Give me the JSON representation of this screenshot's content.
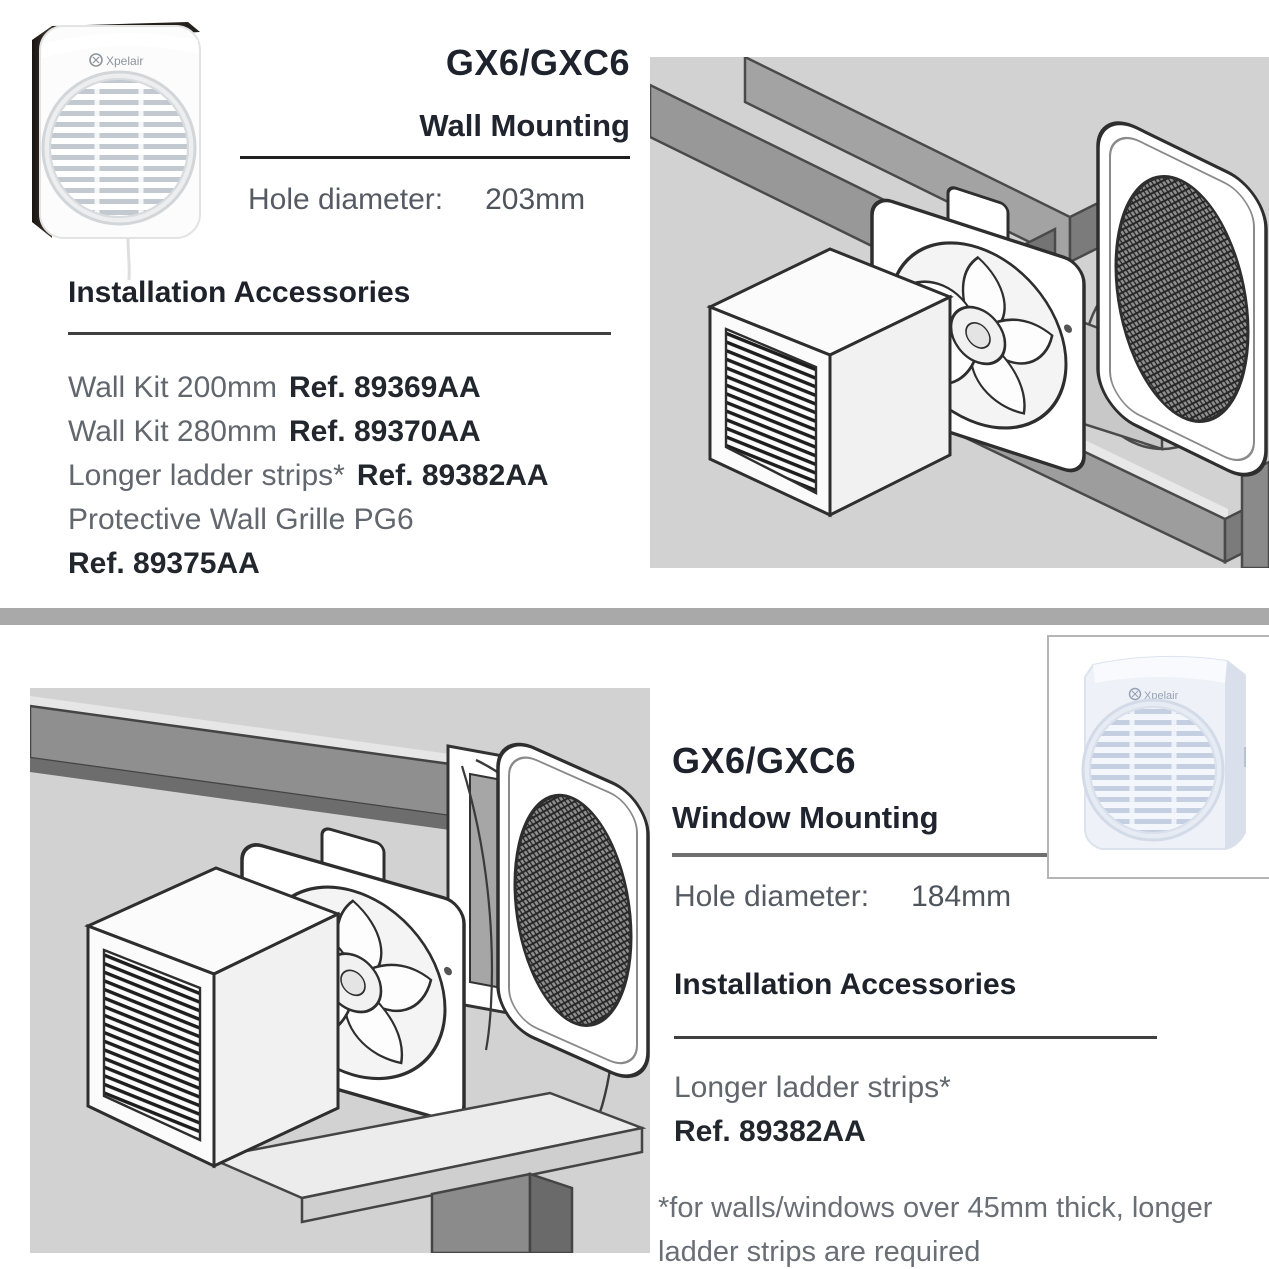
{
  "brand": "Xpelair",
  "wall_section": {
    "model": "GX6/GXC6",
    "mounting_type": "Wall Mounting",
    "hole_diameter_label": "Hole diameter:",
    "hole_diameter_value": "203mm",
    "accessories_heading": "Installation Accessories",
    "accessories": [
      {
        "name": "Wall Kit 200mm",
        "ref": "Ref. 89369AA"
      },
      {
        "name": "Wall Kit 280mm",
        "ref": "Ref. 89370AA"
      },
      {
        "name": "Longer ladder strips*",
        "ref": "Ref. 89382AA"
      },
      {
        "name": "Protective Wall Grille PG6",
        "ref": "Ref. 89375AA"
      }
    ]
  },
  "window_section": {
    "model": "GX6/GXC6",
    "mounting_type": "Window Mounting",
    "hole_diameter_label": "Hole diameter:",
    "hole_diameter_value": "184mm",
    "accessories_heading": "Installation Accessories",
    "accessories": [
      {
        "name": "Longer ladder strips*",
        "ref": "Ref. 89382AA"
      }
    ],
    "footnote": "*for walls/windows over 45mm thick, longer ladder strips are required"
  },
  "colors": {
    "diagram_background": "#d2d2d2",
    "divider": "#a9a9a9",
    "heading_text": "#1e222c",
    "body_gray_text": "#62676e"
  }
}
